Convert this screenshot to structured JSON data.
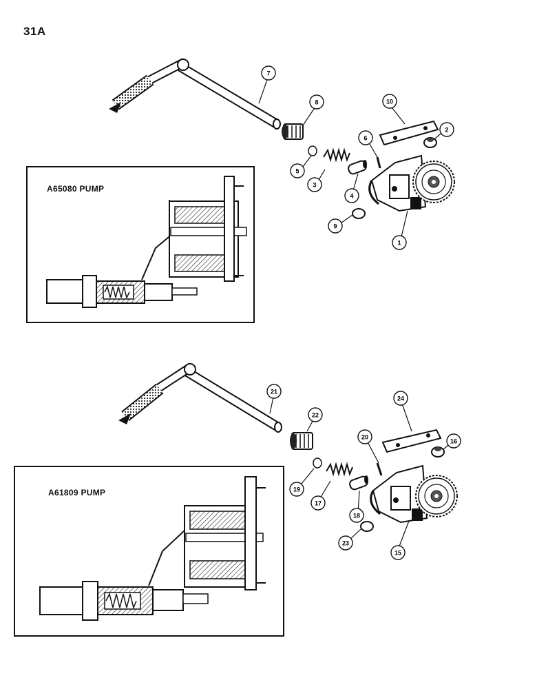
{
  "page": {
    "number": "31A"
  },
  "top_assembly": {
    "inset_label": "A65080 PUMP",
    "callouts": [
      "1",
      "2",
      "3",
      "4",
      "5",
      "6",
      "7",
      "8",
      "9",
      "10"
    ]
  },
  "bottom_assembly": {
    "inset_label": "A61809 PUMP",
    "callouts": [
      "15",
      "16",
      "17",
      "18",
      "19",
      "20",
      "21",
      "22",
      "23",
      "24"
    ]
  }
}
